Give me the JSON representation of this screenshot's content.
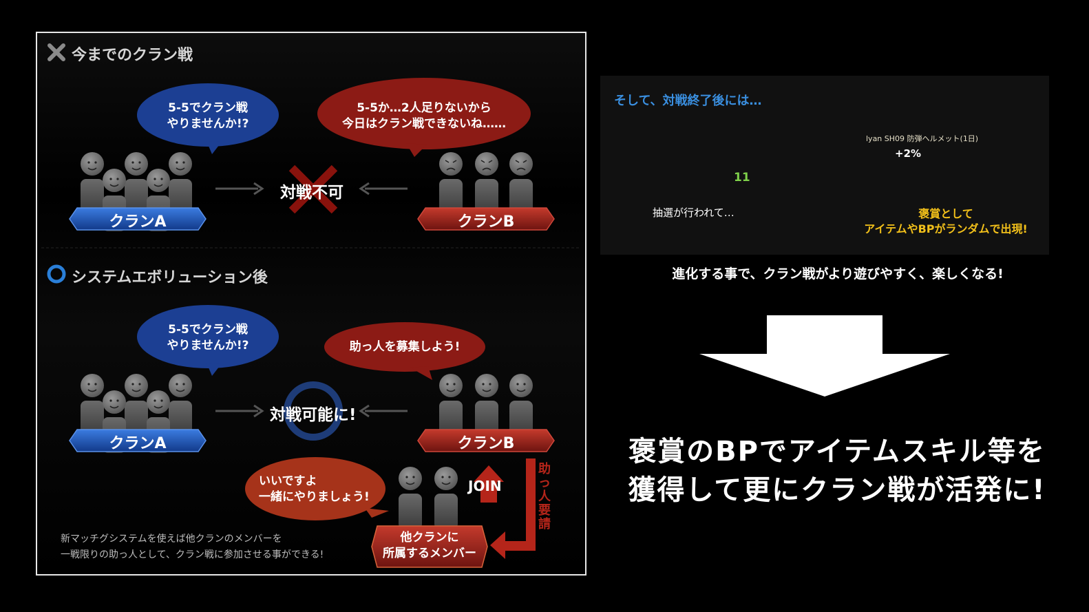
{
  "before": {
    "heading": "今までのクラン戦",
    "bubble_a_line1": "5-5でクラン戦",
    "bubble_a_line2": "やりませんか!?",
    "bubble_b_line1": "5-5か…2人足りないから",
    "bubble_b_line2": "今日はクラン戦できないね……",
    "clan_a": "クランA",
    "clan_b": "クランB",
    "status": "対戦不可"
  },
  "after": {
    "heading": "システムエボリューション後",
    "bubble_a_line1": "5-5でクラン戦",
    "bubble_a_line2": "やりませんか!?",
    "bubble_b": "助っ人を募集しよう!",
    "clan_a": "クランA",
    "clan_b": "クランB",
    "status": "対戦可能に!",
    "helper_bubble_line1": "いいですよ",
    "helper_bubble_line2": "一緒にやりましょう!",
    "join_label": "JOIN",
    "helper_request": "助っ人要請",
    "helper_label_line1": "他クランに",
    "helper_label_line2": "所属するメンバー",
    "note_line1": "新マッチグシステムを使えば他クランのメンバーを",
    "note_line2": "一戦限りの助っ人として、クラン戦に参加させる事ができる!"
  },
  "reward": {
    "heading": "そして、対戦終了後には…",
    "card_count": "11",
    "lottery_caption": "抽選が行われて…",
    "item_name": "lyan SH09 防弾ヘルメット(1日)",
    "item_bonus": "+2%",
    "reward_line1": "褒賞として",
    "reward_line2": "アイテムやBPがランダムで出現!",
    "tagline": "進化する事で、クラン戦がより遊びやすく、楽しくなる!"
  },
  "conclusion": {
    "line1": "褒賞のBPでアイテムスキル等を",
    "line2": "獲得して更にクラン戦が活発に!"
  },
  "colors": {
    "clan_a_blue": "#1e4fa8",
    "clan_b_red": "#a0211c",
    "heading_blue": "#3a8fe0",
    "reward_yellow": "#f2c01a"
  }
}
